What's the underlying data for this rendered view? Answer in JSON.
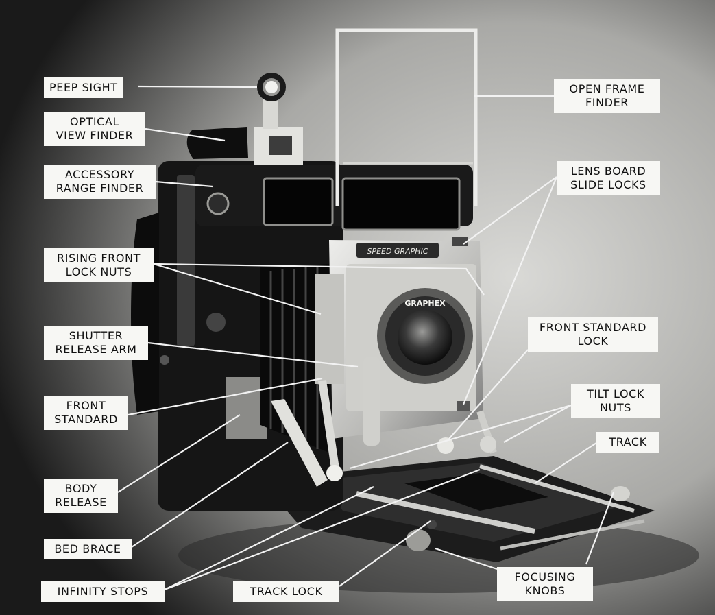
{
  "diagram": {
    "labels": {
      "peep_sight": [
        "PEEP SIGHT"
      ],
      "optical_view_finder": [
        "OPTICAL",
        "VIEW FINDER"
      ],
      "accessory_range_finder": [
        "ACCESSORY",
        "RANGE FINDER"
      ],
      "rising_front_lock_nuts": [
        "RISING FRONT",
        "LOCK NUTS"
      ],
      "shutter_release_arm": [
        "SHUTTER",
        "RELEASE ARM"
      ],
      "front_standard": [
        "FRONT",
        "STANDARD"
      ],
      "body_release": [
        "BODY",
        "RELEASE"
      ],
      "bed_brace": [
        "BED BRACE"
      ],
      "infinity_stops": [
        "INFINITY STOPS"
      ],
      "open_frame_finder": [
        "OPEN FRAME",
        "FINDER"
      ],
      "lens_board_slide_locks": [
        "LENS BOARD",
        "SLIDE LOCKS"
      ],
      "front_standard_lock": [
        "FRONT STANDARD",
        "LOCK"
      ],
      "tilt_lock_nuts": [
        "TILT LOCK",
        "NUTS"
      ],
      "track": [
        "TRACK"
      ],
      "focusing_knobs": [
        "FOCUSING",
        "KNOBS"
      ],
      "track_lock": [
        "TRACK LOCK"
      ]
    },
    "camera_nameplate": "SPEED GRAPHIC",
    "lens_ring_text": "GRAPHEX"
  },
  "colors": {
    "background_light": "#d9d9d6",
    "background_dark": "#1a1a1a",
    "label_fill": "#f7f7f4",
    "label_text": "#111111",
    "leader_line": "#f2f2f2"
  }
}
